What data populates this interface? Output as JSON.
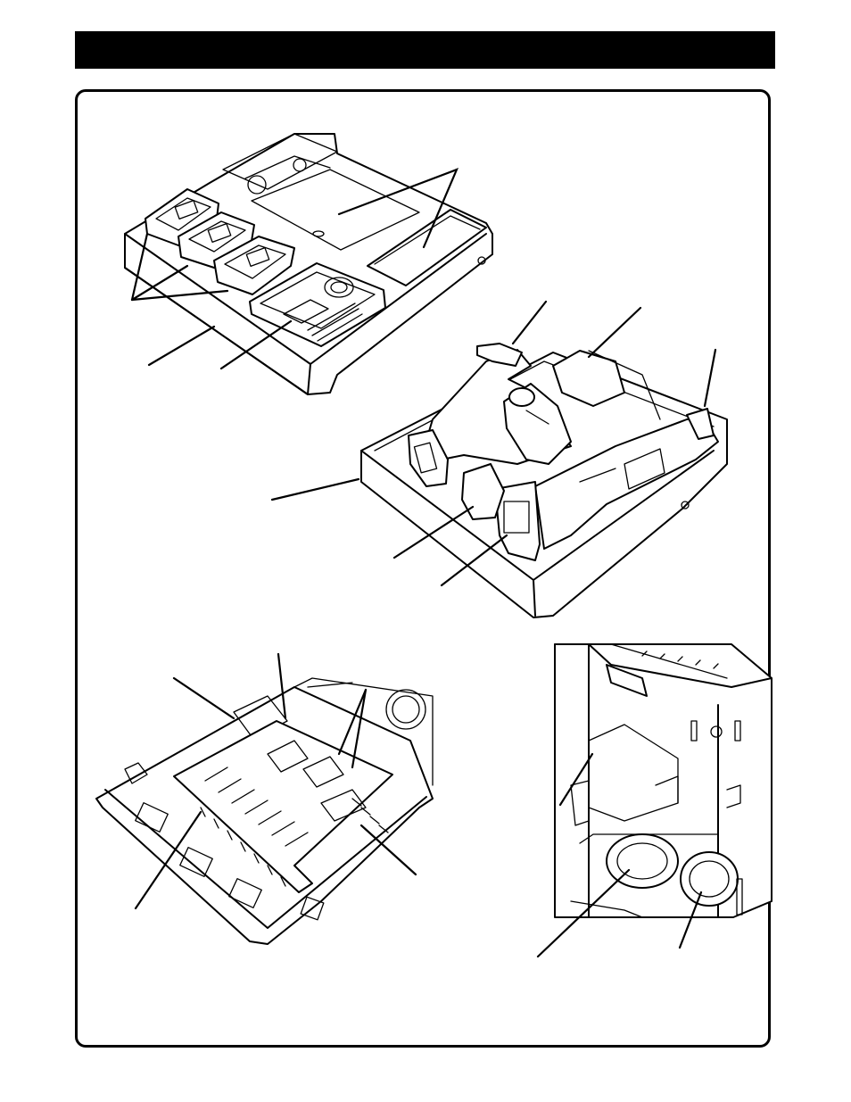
{
  "header": {
    "title": ""
  },
  "figures": [
    {
      "id": "battery-charger-tray"
    },
    {
      "id": "tool-storage-tray"
    },
    {
      "id": "accessory-tray-insert"
    },
    {
      "id": "case-interior"
    }
  ]
}
